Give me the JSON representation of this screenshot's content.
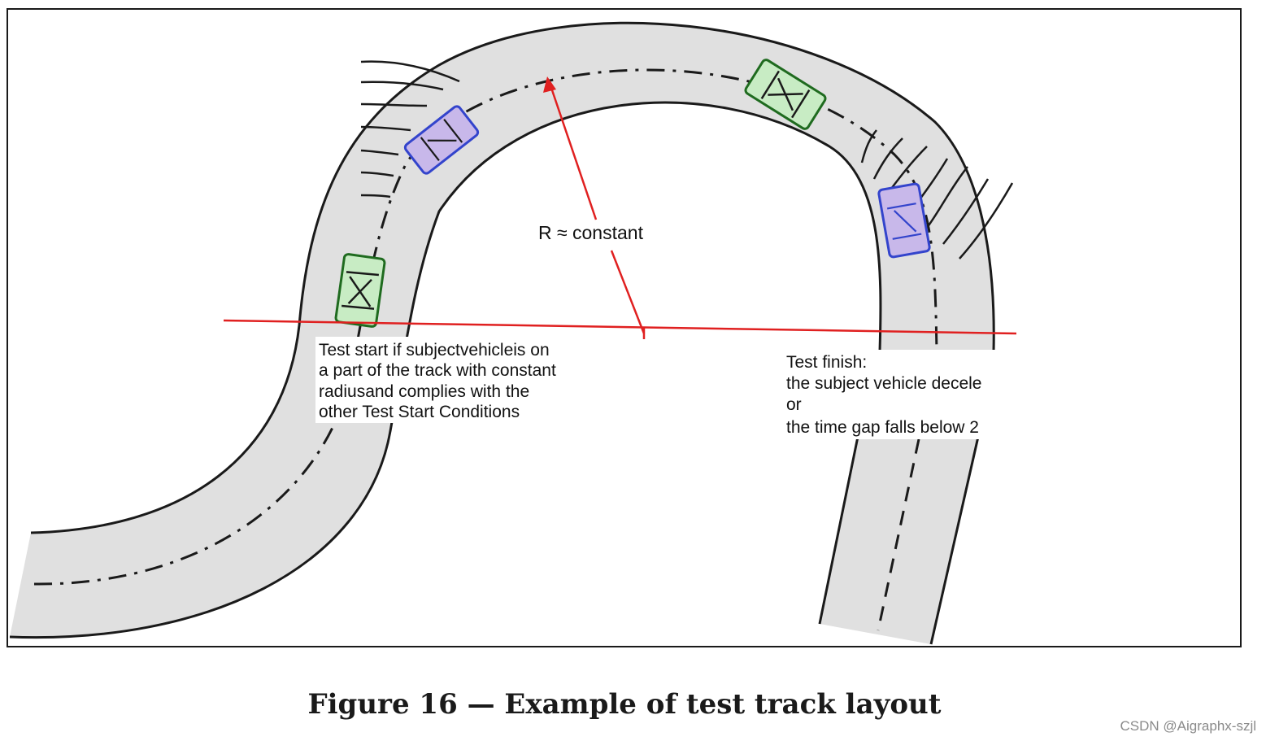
{
  "diagram": {
    "radius_label": "R ≈ constant",
    "start_note": [
      "Test start if subjectvehicleis on",
      "a part of the track with constant",
      "radiusand complies with the",
      "other Test Start Conditions"
    ],
    "finish_note": [
      "Test finish:",
      "the subject vehicle decele",
      "or",
      "the time gap falls below 2"
    ],
    "colors": {
      "track_fill": "#e0e0e0",
      "track_edge": "#1a1a1a",
      "measure_line": "#e02020",
      "car_green_fill": "#c8ecc4",
      "car_green_stroke": "#1f6b1f",
      "car_blue_fill": "#c8b8ea",
      "car_blue_stroke": "#3344cc"
    }
  },
  "caption": "Figure 16 — Example of test track layout",
  "watermark": "CSDN @Aigraphx-szjl"
}
